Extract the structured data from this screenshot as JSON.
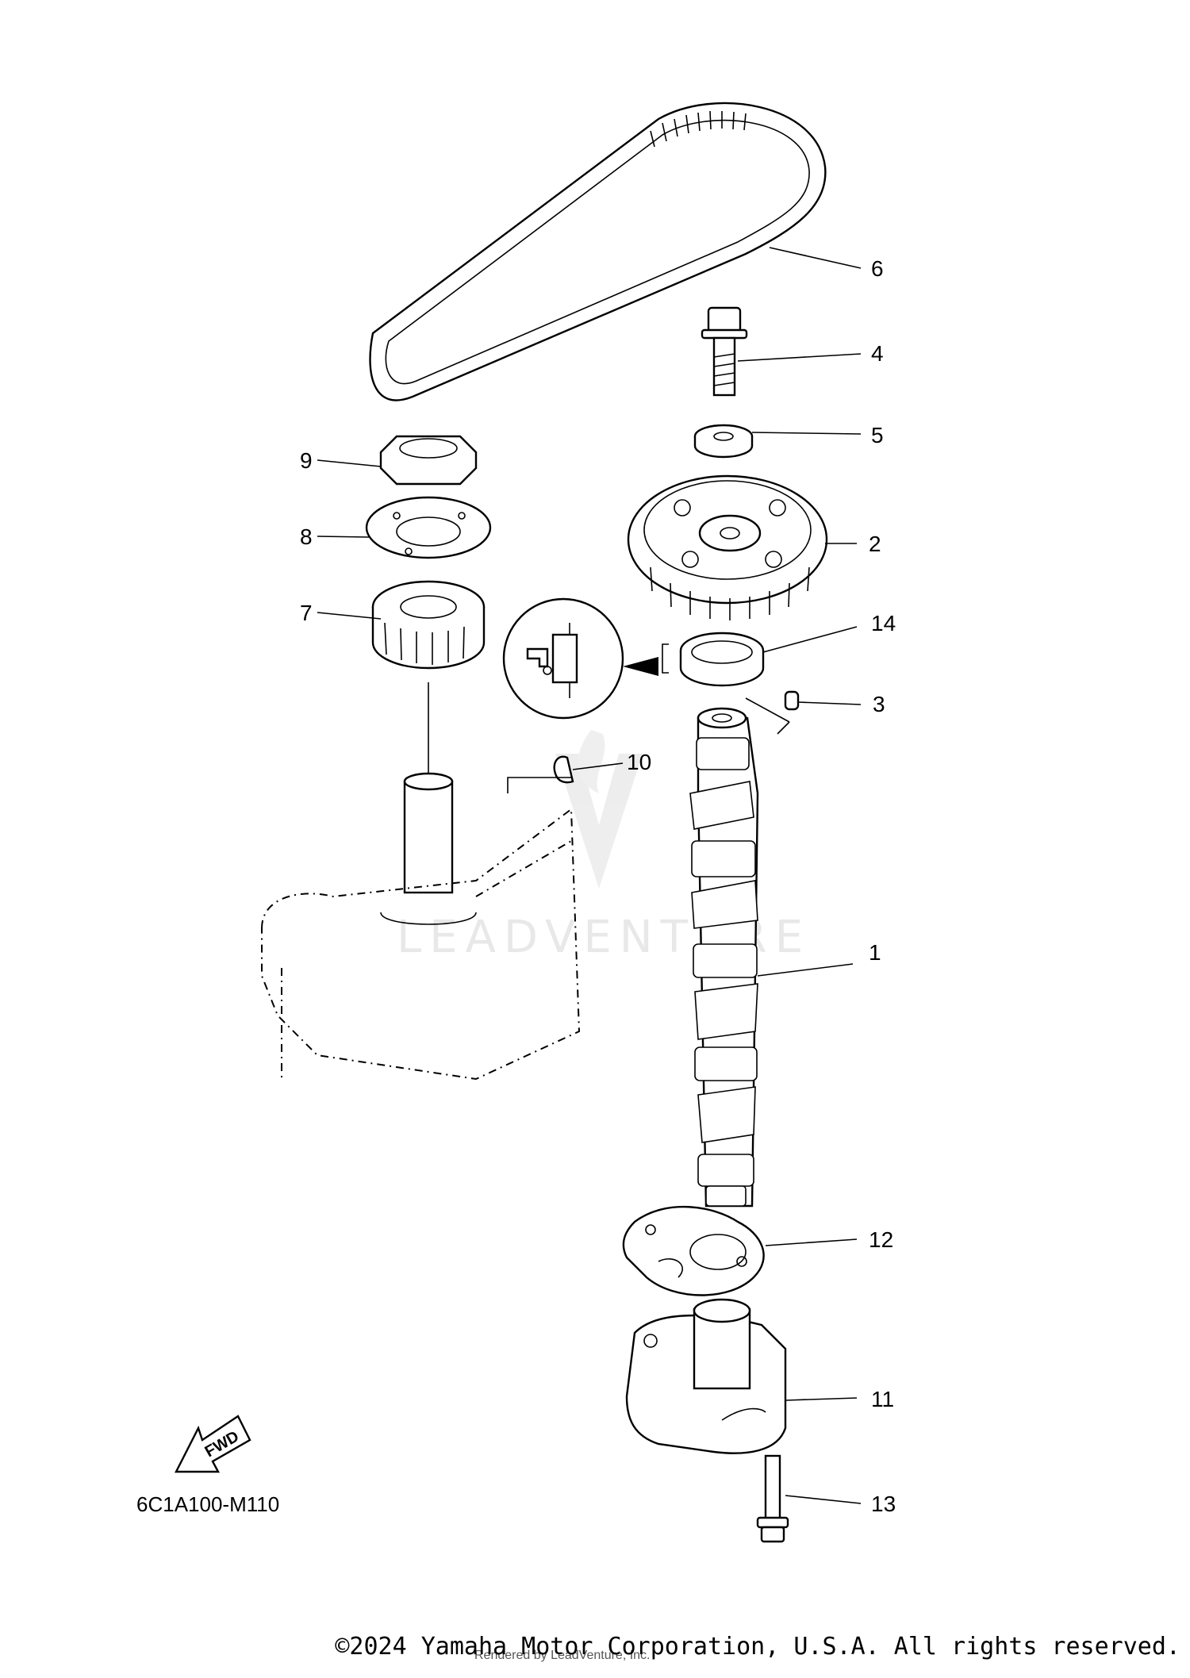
{
  "diagram": {
    "callouts": [
      {
        "label": "1"
      },
      {
        "label": "2"
      },
      {
        "label": "3"
      },
      {
        "label": "4"
      },
      {
        "label": "5"
      },
      {
        "label": "6"
      },
      {
        "label": "7"
      },
      {
        "label": "8"
      },
      {
        "label": "9"
      },
      {
        "label": "10"
      },
      {
        "label": "11"
      },
      {
        "label": "12"
      },
      {
        "label": "13"
      },
      {
        "label": "14"
      }
    ],
    "fwd_label": "FWD",
    "diagram_code": "6C1A100-M110",
    "watermark": "LEADVENTURE"
  },
  "footer": {
    "copyright": "©2024 Yamaha Motor Corporation, U.S.A. All rights reserved.",
    "rendered_by": "Rendered by LeadVenture, Inc."
  }
}
